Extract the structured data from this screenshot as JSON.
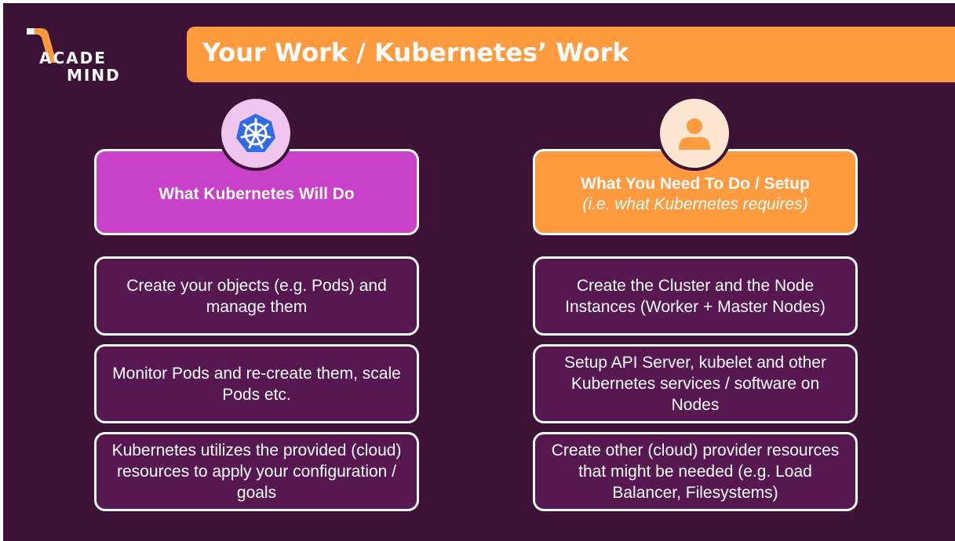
{
  "brand": {
    "line1": "ACADE",
    "line2": "MIND"
  },
  "title": "Your Work / Kubernetes’ Work",
  "colors": {
    "background": "#3c1237",
    "orange": "#ff9a3f",
    "magenta": "#c940c9",
    "item_bg": "#571852"
  },
  "left": {
    "icon": "kubernetes-helm-icon",
    "heading": "What Kubernetes Will Do",
    "items": [
      "Create your objects (e.g. Pods) and manage them",
      "Monitor Pods and re-create them, scale Pods etc.",
      "Kubernetes utilizes the provided (cloud) resources to apply your configuration / goals"
    ]
  },
  "right": {
    "icon": "user-icon",
    "heading": "What You Need To Do / Setup",
    "subheading": "(i.e. what Kubernetes requires)",
    "items": [
      "Create the Cluster and the Node Instances (Worker + Master Nodes)",
      "Setup API Server, kubelet and other Kubernetes services / software on Nodes",
      "Create other (cloud) provider resources that might be needed (e.g. Load Balancer, Filesystems)"
    ]
  }
}
